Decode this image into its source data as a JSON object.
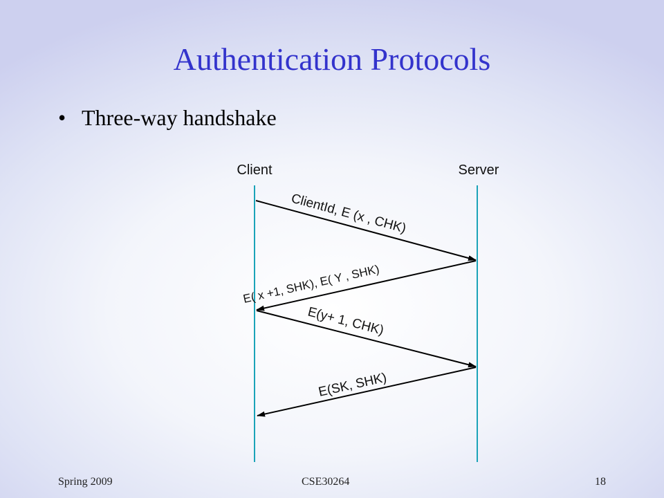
{
  "slide": {
    "title": "Authentication Protocols",
    "bullet": "Three-way handshake"
  },
  "diagram": {
    "participants": [
      "Client",
      "Server"
    ],
    "messages": [
      {
        "from": "Client",
        "to": "Server",
        "label": "ClientId, E (x , CHK)"
      },
      {
        "from": "Server",
        "to": "Client",
        "label": "E( x +1, SHK), E( Y , SHK)"
      },
      {
        "from": "Client",
        "to": "Server",
        "label": "E(y+ 1, CHK)"
      },
      {
        "from": "Server",
        "to": "Client",
        "label": "E(SK, SHK)"
      }
    ],
    "lifeline_color": "#1aa3b8"
  },
  "footer": {
    "left": "Spring 2009",
    "center": "CSE30264",
    "right": "18"
  },
  "colors": {
    "title": "#3333cc"
  }
}
